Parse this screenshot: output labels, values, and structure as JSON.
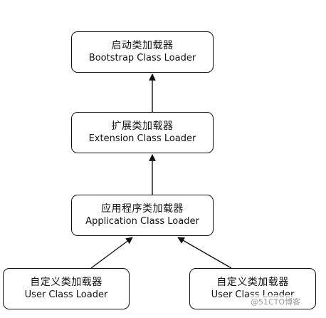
{
  "nodes": {
    "bootstrap": {
      "cn": "启动类加载器",
      "en": "Bootstrap Class Loader"
    },
    "extension": {
      "cn": "扩展类加载器",
      "en": "Extension Class Loader"
    },
    "application": {
      "cn": "应用程序类加载器",
      "en": "Application Class Loader"
    },
    "user1": {
      "cn": "自定义类加载器",
      "en": "User Class Loader"
    },
    "user2": {
      "cn": "自定义类加载器",
      "en": "User Class Loader"
    }
  },
  "edges": [
    {
      "from": "extension",
      "to": "bootstrap"
    },
    {
      "from": "application",
      "to": "extension"
    },
    {
      "from": "user1",
      "to": "application"
    },
    {
      "from": "user2",
      "to": "application"
    }
  ],
  "watermark": "@51CTO博客"
}
